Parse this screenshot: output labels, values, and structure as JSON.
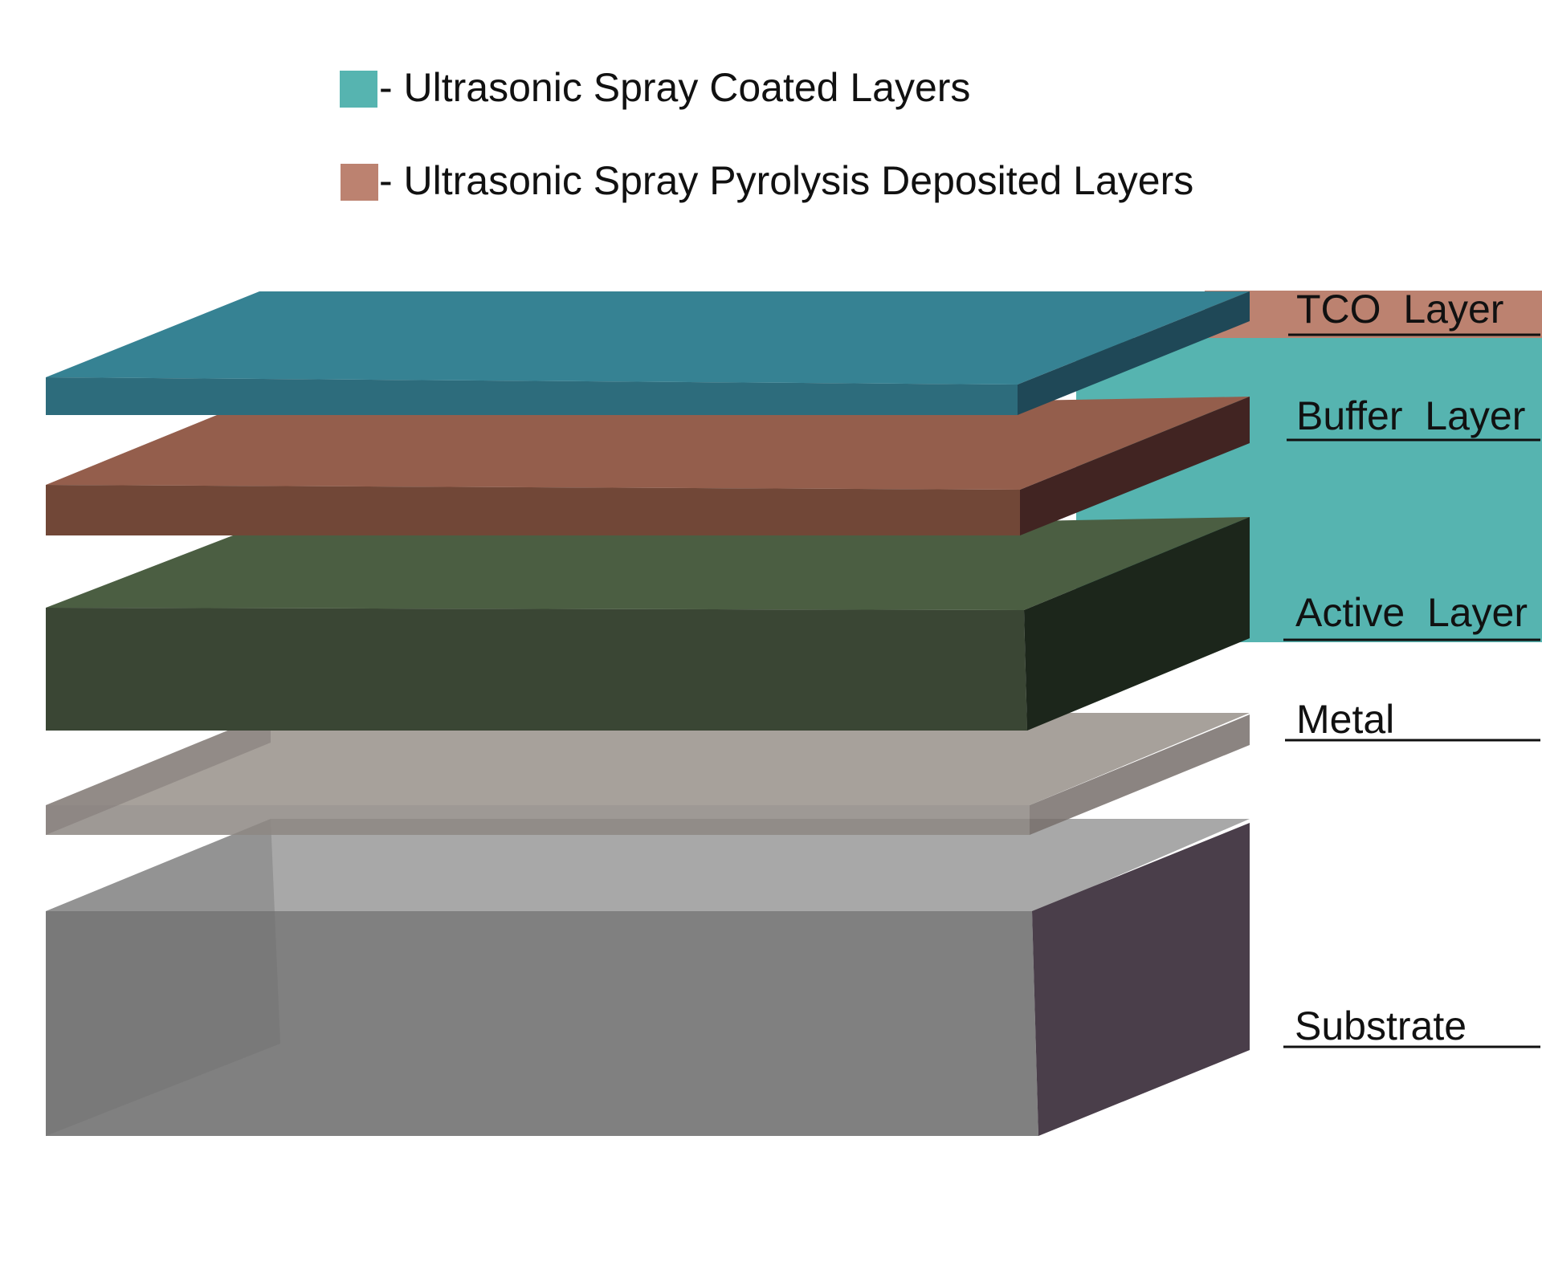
{
  "legend": [
    {
      "label": "- Ultrasonic Spray Coated Layers",
      "color": "#56b4b0"
    },
    {
      "label": "- Ultrasonic Spray Pyrolysis Deposited Layers",
      "color": "#bc8270"
    }
  ],
  "layers": [
    {
      "label": "TCO  Layer",
      "deposition": "Ultrasonic Spray Pyrolysis Deposited Layers",
      "colors": {
        "top": "#368293",
        "front": "#2d6c7c",
        "side": "#1f4857"
      }
    },
    {
      "label": "Buffer  Layer",
      "deposition": "Ultrasonic Spray Coated Layers",
      "colors": {
        "top": "#945e4c",
        "front": "#714737",
        "side": "#412422"
      }
    },
    {
      "label": "Active  Layer",
      "deposition": "Ultrasonic Spray Coated Layers",
      "colors": {
        "top": "#4b5e42",
        "front": "#3a4634",
        "side": "#1c261b"
      }
    },
    {
      "label": "Metal",
      "colors": {
        "top": "#98908a",
        "front": "#8d8782",
        "side": "#776e6b"
      }
    },
    {
      "label": "Substrate",
      "colors": {
        "top": "#a8a8a8",
        "front": "#808080",
        "side": "#4a3e4a"
      }
    }
  ]
}
